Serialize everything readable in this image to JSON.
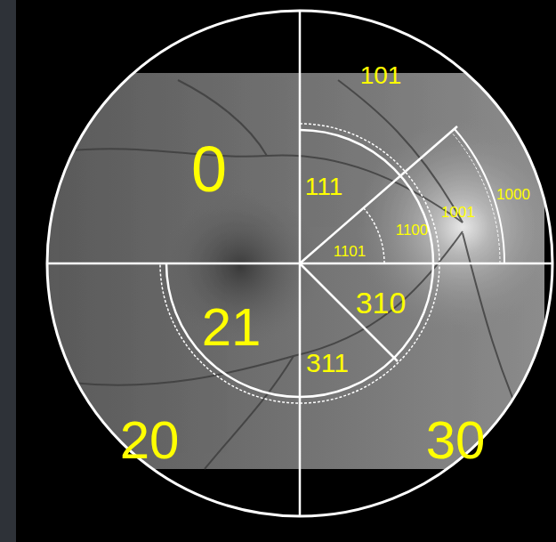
{
  "diagram": {
    "labels": [
      "0",
      "101",
      "111",
      "1001",
      "1000",
      "1100",
      "1101",
      "310",
      "21",
      "311",
      "20",
      "30"
    ]
  }
}
